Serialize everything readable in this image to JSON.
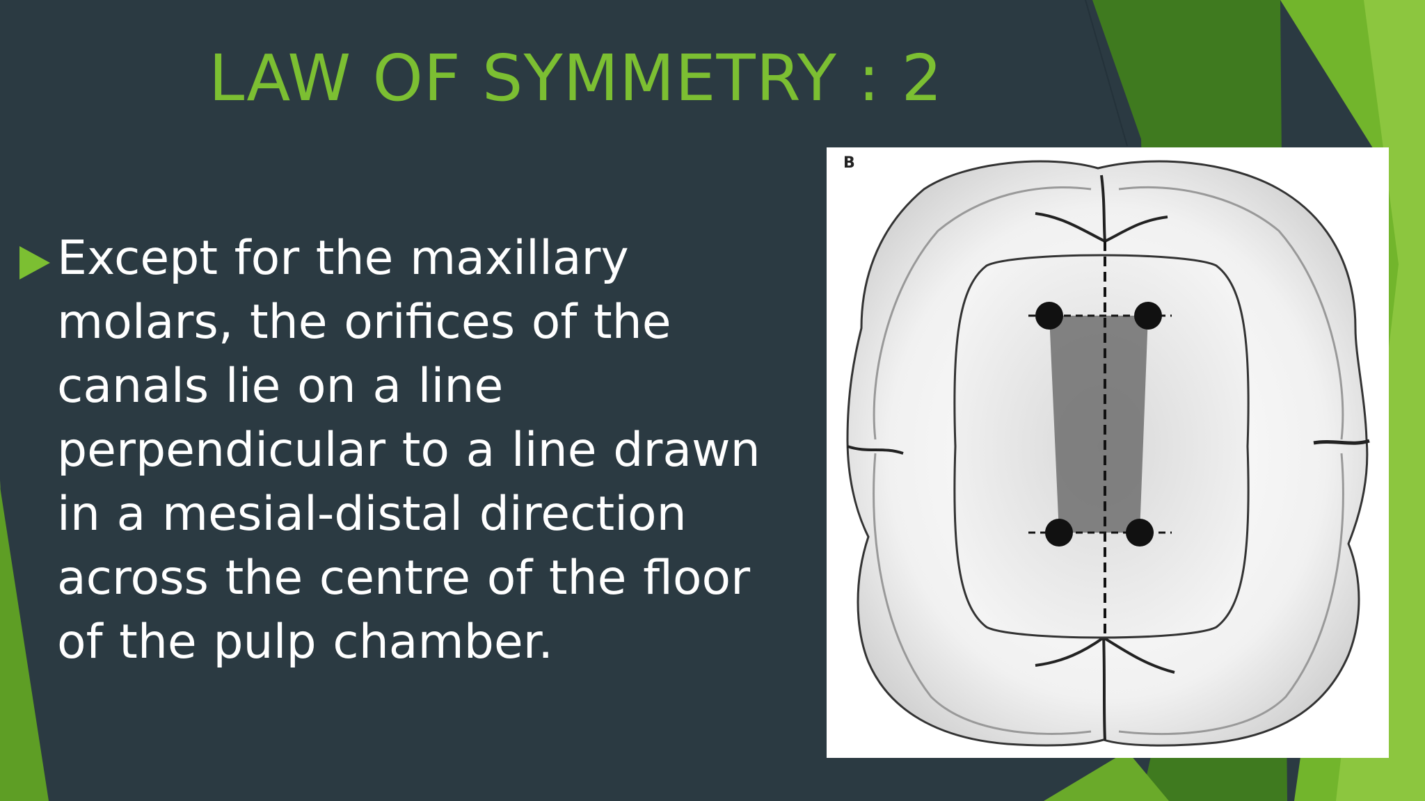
{
  "slide": {
    "title": "LAW OF SYMMETRY : 2",
    "bullet": "Except for the maxillary\nmolars, the orifices of the\ncanals lie on a line\nperpendicular to a line drawn\nin a mesial-distal direction\nacross the centre of the floor\nof the pulp chamber."
  },
  "figure": {
    "label": "B",
    "orifice_count": 4
  },
  "colors": {
    "background": "#2b3a42",
    "accent_green": "#7cbf32",
    "dark_green": "#3f7a1f",
    "text": "#ffffff"
  },
  "icons": {
    "bullet": "green-triangle-bullet-icon"
  }
}
